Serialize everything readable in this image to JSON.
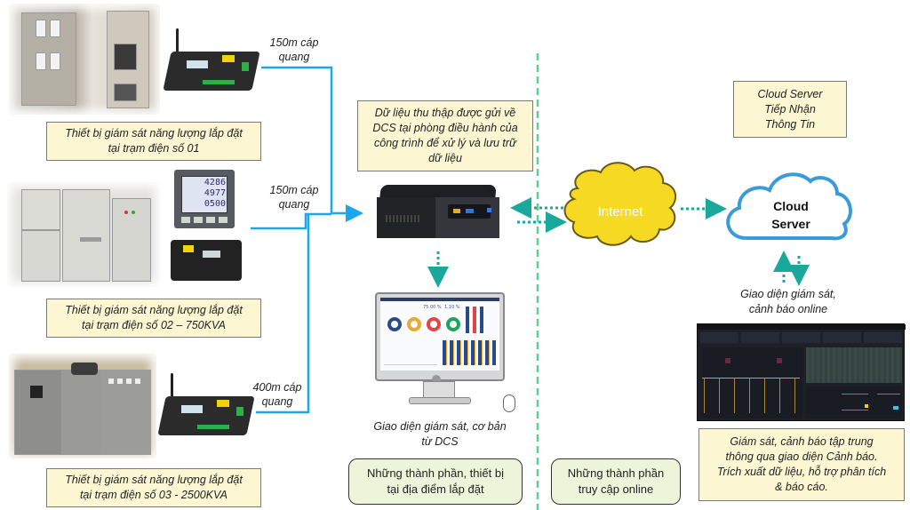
{
  "stations": [
    {
      "caption_line1": "Thiết bị giám sát năng lượng lắp đặt",
      "caption_line2": "tại trạm điện số 01",
      "cable_line1": "150m cáp",
      "cable_line2": "quang"
    },
    {
      "caption_line1": "Thiết bị giám sát năng lượng lắp đặt",
      "caption_line2": "tại trạm điện số 02 – 750KVA",
      "cable_line1": "150m cáp",
      "cable_line2": "quang",
      "meter_readings": [
        "4286",
        "4977",
        "0500"
      ]
    },
    {
      "caption_line1": "Thiết bị giám sát năng lượng lắp đặt",
      "caption_line2": "tại trạm điện số 03 -  2500KVA",
      "cable_line1": "400m cáp",
      "cable_line2": "quang"
    }
  ],
  "dcs": {
    "note_lines": [
      "Dữ liệu thu thập được gửi về",
      "DCS tại phòng điều hành của",
      "công trình để xử lý và lưu trữ",
      "dữ liệu"
    ],
    "monitor_caption_line1": "Giao diện giám sát, cơ bản",
    "monitor_caption_line2": "từ DCS",
    "dashboard_kpis": [
      "75.00 %",
      "1.10 %"
    ]
  },
  "internet": {
    "label": "Internet"
  },
  "cloud": {
    "note_lines": [
      "Cloud Server",
      "Tiếp Nhận",
      "Thông Tin"
    ],
    "label_line1": "Cloud",
    "label_line2": "Server",
    "online_caption_line1": "Giao diện giám sát,",
    "online_caption_line2": "cảnh báo online",
    "bottom_note_lines": [
      "Giám sát, cảnh báo tập trung",
      "thông qua giao diện Cảnh báo.",
      "Trích xuất dữ liệu, hỗ trợ phân tích",
      "& báo cáo."
    ]
  },
  "groups": {
    "onsite_line1": "Những thành phần, thiết bị",
    "onsite_line2": "tại địa điểm lắp đặt",
    "online_line1": "Những thành phần",
    "online_line2": "truy cập online"
  },
  "colors": {
    "fiber_line": "#1aa7ec",
    "data_arrow": "#19a89a",
    "divider": "#5ccf96",
    "internet_cloud": "#f6d923",
    "cloud_outline": "#3b9ad9",
    "note_bg": "#fdf6d3",
    "group_bg": "#eef4da"
  }
}
